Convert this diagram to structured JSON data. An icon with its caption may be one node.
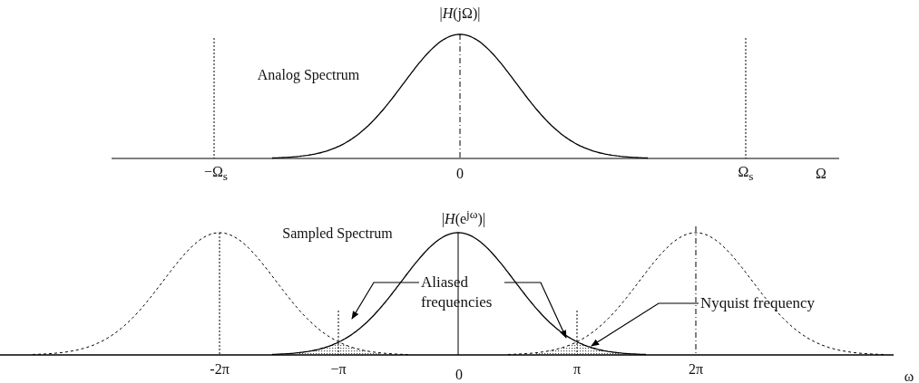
{
  "diagram": {
    "nodes": [
      {
        "text": [
          "Aliased frequencies"
        ]
      },
      {
        "text": [
          "Nyquist frequency"
        ]
      }
    ],
    "edges": [
      {
        "from": 0,
        "to": null,
        "arrow": "to"
      },
      {
        "from": 0,
        "to": null,
        "arrow": "to"
      },
      {
        "from": 1,
        "to": null,
        "arrow": "to"
      }
    ],
    "labels": [
      "|*H*(jΩ)|",
      "Analog Spectrum",
      "−Ω$_{s}$",
      "0",
      "Ω$_{s}$",
      "Ω",
      "Sampled Spectrum",
      "|*H*(e$^{jω}$)|",
      "-2π",
      "−π",
      "0",
      "π",
      "2π",
      "ω"
    ]
  }
}
